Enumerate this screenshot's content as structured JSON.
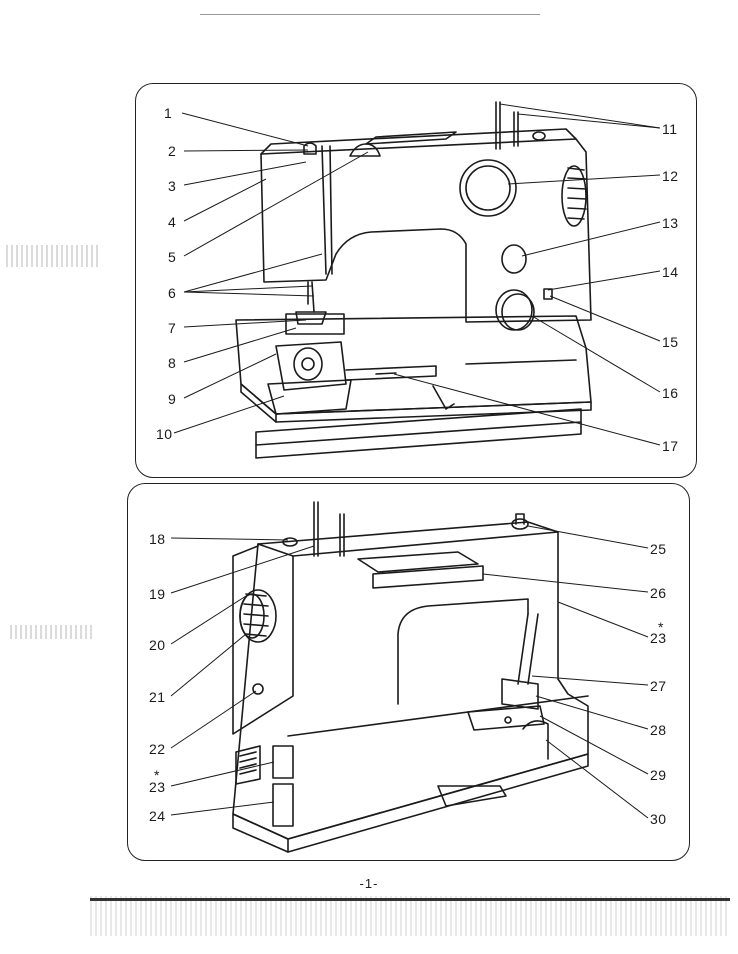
{
  "page": {
    "number_label": "-1-"
  },
  "figure_top": {
    "callouts": [
      "1",
      "2",
      "3",
      "4",
      "5",
      "6",
      "7",
      "8",
      "9",
      "10",
      "11",
      "12",
      "13",
      "14",
      "15",
      "16",
      "17"
    ]
  },
  "figure_bottom": {
    "callouts": [
      "18",
      "19",
      "20",
      "21",
      "22",
      "23",
      "24",
      "25",
      "26",
      "23",
      "27",
      "28",
      "29",
      "30"
    ],
    "asterisk": "*"
  },
  "colors": {
    "ink": "#1b1b1b",
    "scan_noise": "#9a9a9a"
  }
}
